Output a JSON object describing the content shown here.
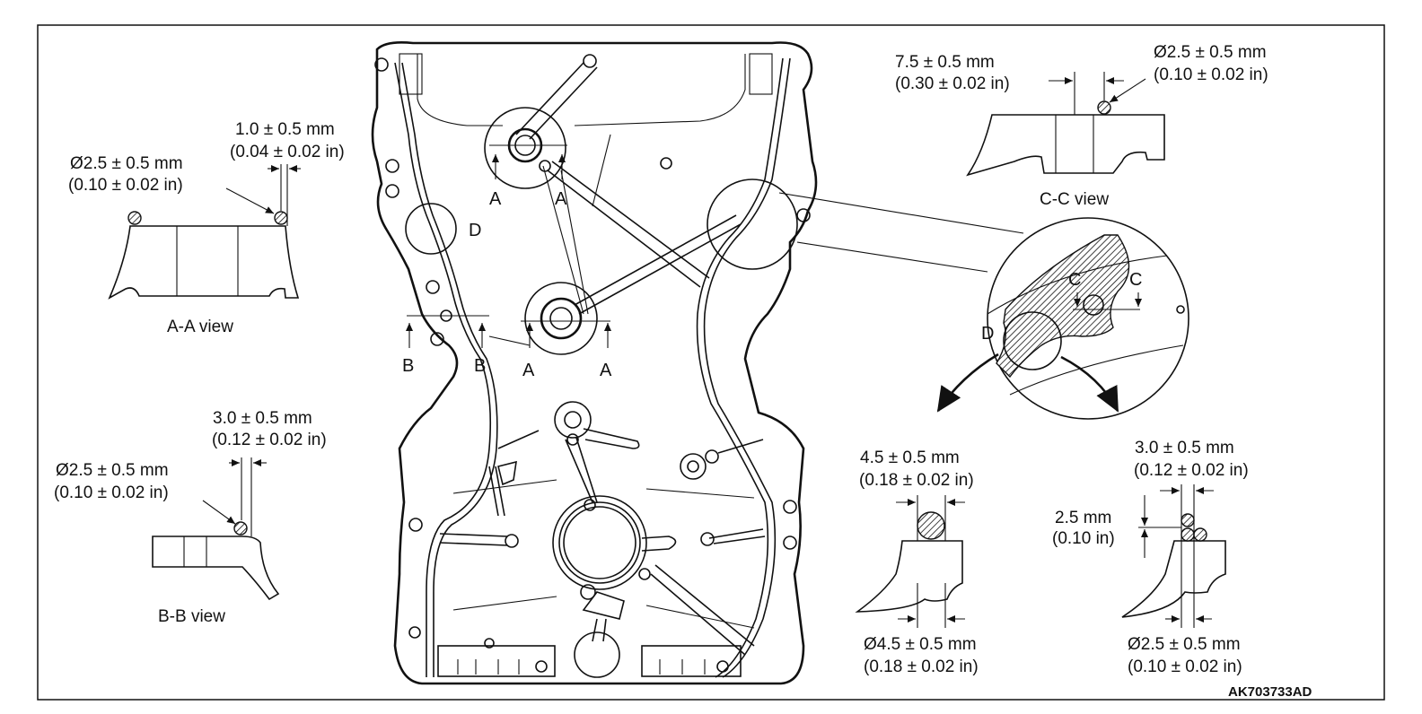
{
  "figure_id": "AK703733AD",
  "views": {
    "aa": {
      "title": "A-A view",
      "dim1_mm": "1.0 ± 0.5 mm",
      "dim1_in": "(0.04 ± 0.02 in)",
      "dia_mm": "Ø2.5 ± 0.5 mm",
      "dia_in": "(0.10 ± 0.02 in)"
    },
    "bb": {
      "title": "B-B view",
      "dim1_mm": "3.0 ± 0.5 mm",
      "dim1_in": "(0.12 ± 0.02 in)",
      "dia_mm": "Ø2.5 ± 0.5 mm",
      "dia_in": "(0.10 ± 0.02 in)"
    },
    "cc": {
      "title": "C-C view",
      "dim1_mm": "7.5 ± 0.5 mm",
      "dim1_in": "(0.30 ± 0.02 in)",
      "dia_mm": "Ø2.5 ± 0.5 mm",
      "dia_in": "(0.10 ± 0.02 in)"
    },
    "d_left": {
      "dim1_mm": "4.5 ± 0.5 mm",
      "dim1_in": "(0.18 ± 0.02 in)",
      "dia_mm": "Ø4.5 ± 0.5 mm",
      "dia_in": "(0.18 ± 0.02 in)"
    },
    "d_right": {
      "dim1_mm": "3.0 ± 0.5 mm",
      "dim1_in": "(0.12 ± 0.02 in)",
      "gap_mm": "2.5 mm",
      "gap_in": "(0.10 in)",
      "dia_mm": "Ø2.5 ± 0.5 mm",
      "dia_in": "(0.10 ± 0.02 in)"
    }
  },
  "section_markers": {
    "a": "A",
    "b": "B",
    "c": "C",
    "d": "D"
  }
}
